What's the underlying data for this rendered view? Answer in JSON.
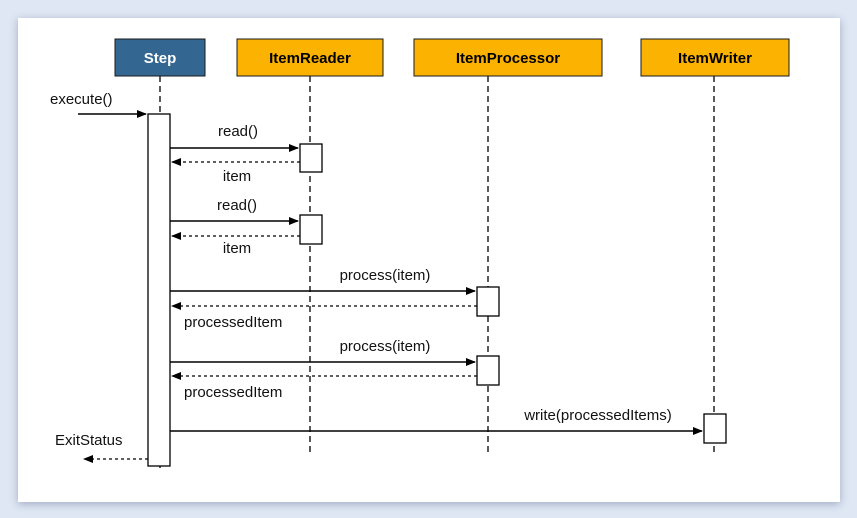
{
  "participants": [
    {
      "id": "step",
      "name": "Step",
      "fill": "#336791",
      "text_color": "#ffffff"
    },
    {
      "id": "reader",
      "name": "ItemReader",
      "fill": "#fbb200",
      "text_color": "#000000"
    },
    {
      "id": "processor",
      "name": "ItemProcessor",
      "fill": "#fbb200",
      "text_color": "#000000"
    },
    {
      "id": "writer",
      "name": "ItemWriter",
      "fill": "#fbb200",
      "text_color": "#000000"
    }
  ],
  "messages": [
    {
      "id": "execute",
      "label": "execute()",
      "from": "outside",
      "to": "step",
      "kind": "call"
    },
    {
      "id": "read-1",
      "label": "read()",
      "from": "step",
      "to": "reader",
      "kind": "call"
    },
    {
      "id": "item-1",
      "label": "item",
      "from": "reader",
      "to": "step",
      "kind": "return"
    },
    {
      "id": "read-2",
      "label": "read()",
      "from": "step",
      "to": "reader",
      "kind": "call"
    },
    {
      "id": "item-2",
      "label": "item",
      "from": "reader",
      "to": "step",
      "kind": "return"
    },
    {
      "id": "process-1",
      "label": "process(item)",
      "from": "step",
      "to": "processor",
      "kind": "call"
    },
    {
      "id": "processed-1",
      "label": "processedItem",
      "from": "processor",
      "to": "step",
      "kind": "return"
    },
    {
      "id": "process-2",
      "label": "process(item)",
      "from": "step",
      "to": "processor",
      "kind": "call"
    },
    {
      "id": "processed-2",
      "label": "processedItem",
      "from": "processor",
      "to": "step",
      "kind": "return"
    },
    {
      "id": "write",
      "label": "write(processedItems)",
      "from": "step",
      "to": "writer",
      "kind": "call"
    },
    {
      "id": "exit-status",
      "label": "ExitStatus",
      "from": "step",
      "to": "outside",
      "kind": "return"
    }
  ]
}
